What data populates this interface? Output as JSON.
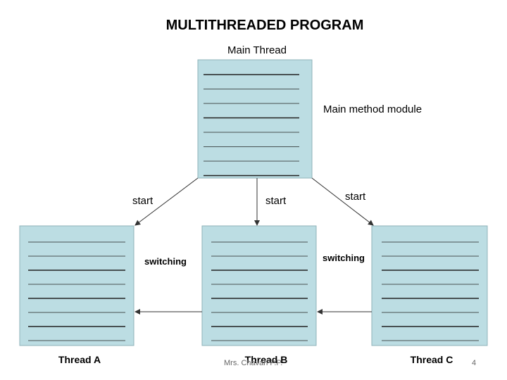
{
  "title": "MULTITHREADED  PROGRAM",
  "main_thread": {
    "label": "Main Thread",
    "module_label": "Main method module"
  },
  "edges": {
    "start_left": "start",
    "start_middle": "start",
    "start_right": "start",
    "switching_left": "switching",
    "switching_right": "switching"
  },
  "threads": {
    "a": "Thread A",
    "b": "Thread B",
    "c": "Thread C"
  },
  "footer": {
    "author": "Mrs. Chavan P.P.",
    "page": "4"
  },
  "colors": {
    "box_fill": "#bcdde3",
    "line": "#222222"
  }
}
